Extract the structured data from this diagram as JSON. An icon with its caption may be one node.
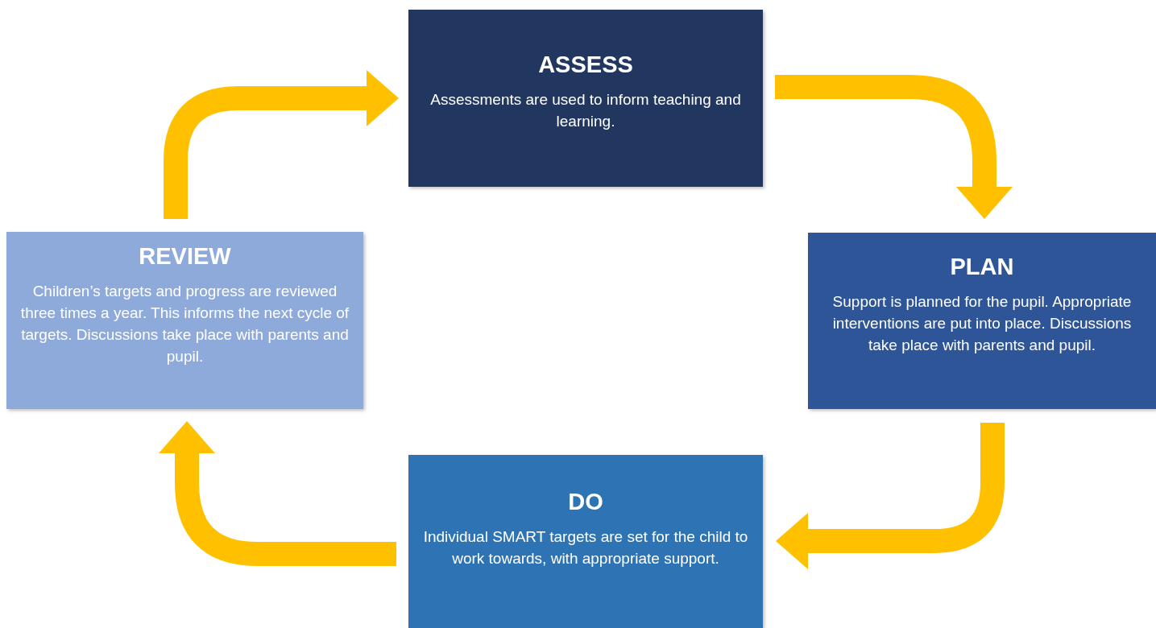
{
  "diagram": {
    "nodes": [
      {
        "text": [
          "ASSESS",
          "Assessments are used to inform teaching and learning."
        ]
      },
      {
        "text": [
          "PLAN",
          "Support is planned for the pupil. Appropriate interventions are put into place. Discussions take place with parents and pupil."
        ]
      },
      {
        "text": [
          "DO",
          "Individual SMART targets are set for the child to work towards, with appropriate support."
        ]
      },
      {
        "text": [
          "REVIEW",
          "Children’s targets and progress are reviewed three times a year. This informs the next cycle of targets. Discussions take place with parents and pupil."
        ]
      }
    ],
    "edges": [
      {
        "from": 0,
        "to": 1,
        "arrow": "to"
      },
      {
        "from": 1,
        "to": 2,
        "arrow": "to"
      },
      {
        "from": 2,
        "to": 3,
        "arrow": "to"
      },
      {
        "from": 3,
        "to": 0,
        "arrow": "to"
      }
    ]
  }
}
